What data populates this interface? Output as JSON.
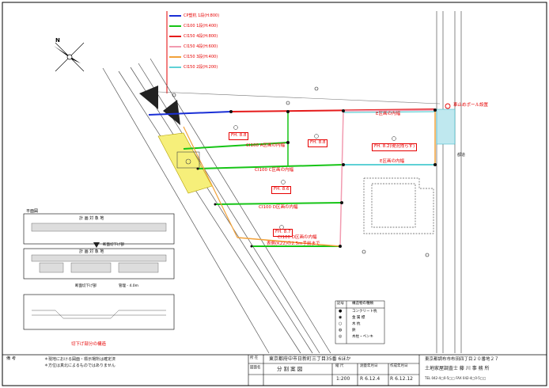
{
  "legend": [
    {
      "label": "CP塑杭 1段(H:800)",
      "color": "#1a2fd6"
    },
    {
      "label": "CI100  1段(H:400)",
      "color": "#16c416"
    },
    {
      "label": "CI150  4段(H:800)",
      "color": "#e51b1b"
    },
    {
      "label": "CI150  4段(H:600)",
      "color": "#f29bb0"
    },
    {
      "label": "CI150  3段(H:400)",
      "color": "#f2a23a"
    },
    {
      "label": "CI150  2段(H:200)",
      "color": "#5fd1d6"
    }
  ],
  "annotations": {
    "north": "N",
    "curb": "車止めポール設置",
    "fh1": "FH. 8.8",
    "fh2": "FH. 8.8",
    "fh3": "FH. 8.2(現況残らず)",
    "fh4": "FH. 8.6",
    "fh5": "FH. 8.7",
    "ci_a": "CI100  A区画の内幅",
    "ci_c": "CI100  C区画の内幅",
    "ci_d": "CI100  D区画の内幅",
    "ci_d2": "CI100  D区画の内幅",
    "ci_d3": "表側(K22)の2.5m手前まで",
    "e_inner": "E区画の内幅",
    "e_inner2": "E区画の内幅",
    "road": "都道",
    "cut_caption": "切下げ部分の構造"
  },
  "inset": {
    "plan_title": "平面図",
    "plan_label": "計 画 対 象 地",
    "cut_title": "断面切下げ部",
    "sec_label": "計 画 対 象 地",
    "sec_note1": "断面切下げ部",
    "sec_note2": "管理 - 4.0m"
  },
  "struct_legend": {
    "head1": "記号",
    "head2": "構造物の種類",
    "rows": [
      {
        "mark": "●",
        "kind": "コンクリート杭"
      },
      {
        "mark": "◉",
        "kind": "金 属 標"
      },
      {
        "mark": "○",
        "kind": "木 杭"
      },
      {
        "mark": "◍",
        "kind": "鋲"
      },
      {
        "mark": "◎",
        "kind": "木柱・ペンキ"
      }
    ]
  },
  "title_block": {
    "notes_label": "備 考",
    "note1": "＊現地における図面・標示場所は確定済",
    "note2": "＊方位は真北によるものではありません",
    "place_label": "所 在",
    "place": "東京都府中市日新町三丁目35番 6ほか",
    "drawing_label": "図面名",
    "drawing": "分 割 案 図",
    "scale_label": "縮 尺",
    "scale": "1:200",
    "survey_label": "測量年月日",
    "survey": "R 6.12.4",
    "made_label": "作成年月日",
    "made": "R 6.12.12",
    "office1": "東京都調布市布田四丁目２０番地２７",
    "office2": "土地家屋調査士  藤 川 事 務 所",
    "office3": "TEL 042-4□0-5□□   FAX 042-4□0-5□□"
  }
}
